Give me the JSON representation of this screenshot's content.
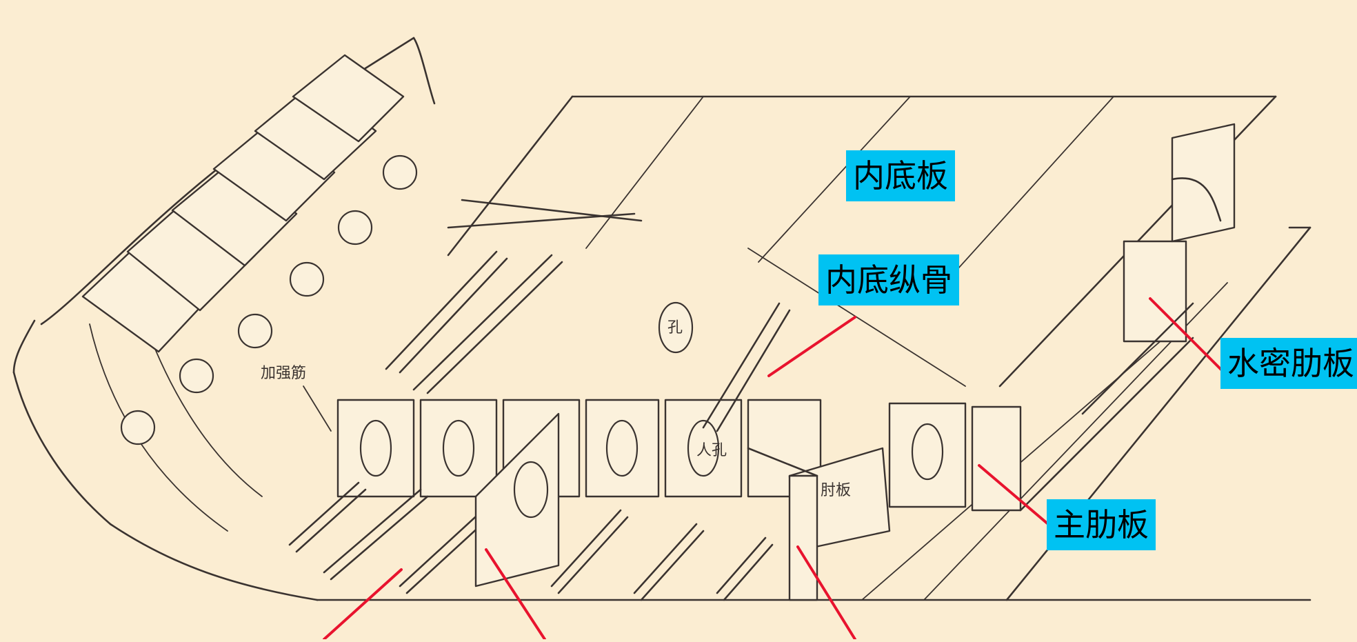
{
  "labels": {
    "inner_bottom_plate": "内底板",
    "inner_bottom_longitudinal": "内底纵骨",
    "watertight_floor": "水密肋板",
    "main_floor": "主肋板"
  },
  "drawing_text": {
    "stiffener": "加强筋",
    "bracket_plate": "肘板",
    "manhole": "人孔",
    "manhole_2": "孔"
  },
  "colors": {
    "label_background": "#00c2f2",
    "leader_line": "#e8132e",
    "paper": "#fbedd2",
    "ink": "#3a3330"
  }
}
